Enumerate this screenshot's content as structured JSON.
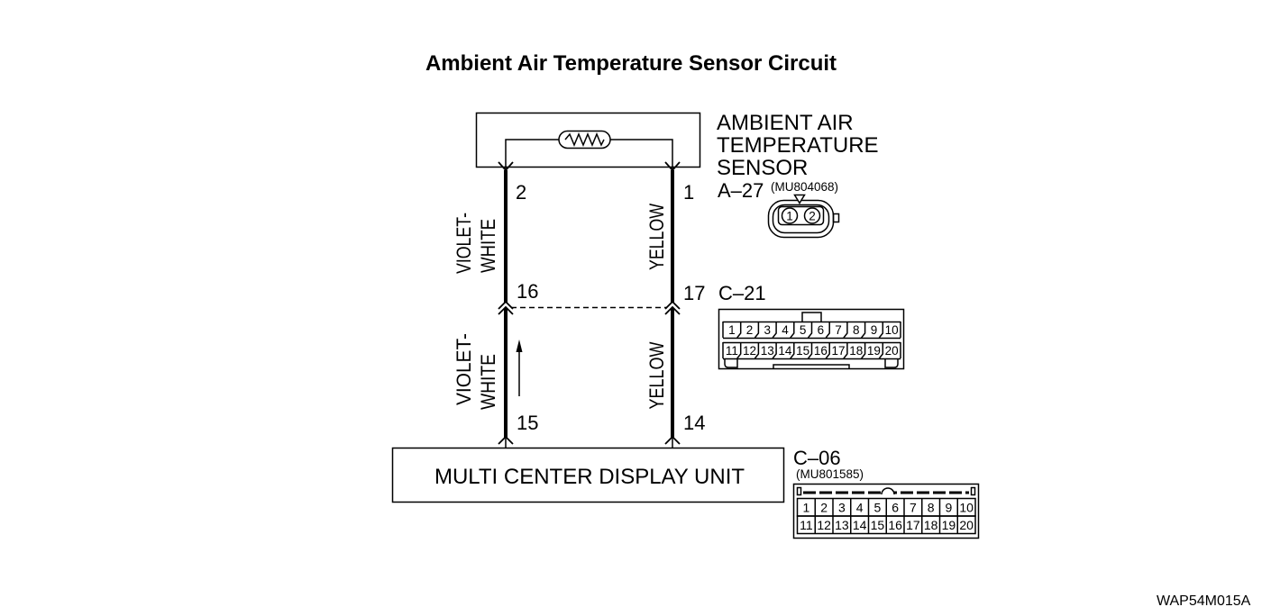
{
  "title": "Ambient Air Temperature Sensor Circuit",
  "sensor": {
    "name_lines": [
      "AMBIENT AIR",
      "TEMPERATURE",
      "SENSOR"
    ],
    "connector_id": "A–27",
    "part_number": "(MU804068)",
    "pin_labels": [
      "1",
      "2"
    ]
  },
  "wires": {
    "left": {
      "upper_color": [
        "VIOLET-",
        "WHITE"
      ],
      "lower_color": [
        "VIOLET-",
        "WHITE"
      ],
      "sensor_pin": "2",
      "junction_pin": "16",
      "unit_pin": "15"
    },
    "right": {
      "upper_color": "YELLOW",
      "lower_color": "YELLOW",
      "sensor_pin": "1",
      "junction_pin": "17",
      "unit_pin": "14"
    }
  },
  "junction_connector": {
    "id": "C–21",
    "rows": [
      [
        "1",
        "2",
        "3",
        "4",
        "5",
        "6",
        "7",
        "8",
        "9",
        "10"
      ],
      [
        "11",
        "12",
        "13",
        "14",
        "15",
        "16",
        "17",
        "18",
        "19",
        "20"
      ]
    ]
  },
  "unit": {
    "name": "MULTI CENTER DISPLAY UNIT",
    "connector_id": "C–06",
    "part_number": "(MU801585)",
    "rows": [
      [
        "1",
        "2",
        "3",
        "4",
        "5",
        "6",
        "7",
        "8",
        "9",
        "10"
      ],
      [
        "11",
        "12",
        "13",
        "14",
        "15",
        "16",
        "17",
        "18",
        "19",
        "20"
      ]
    ]
  },
  "figure_id": "WAP54M015A"
}
